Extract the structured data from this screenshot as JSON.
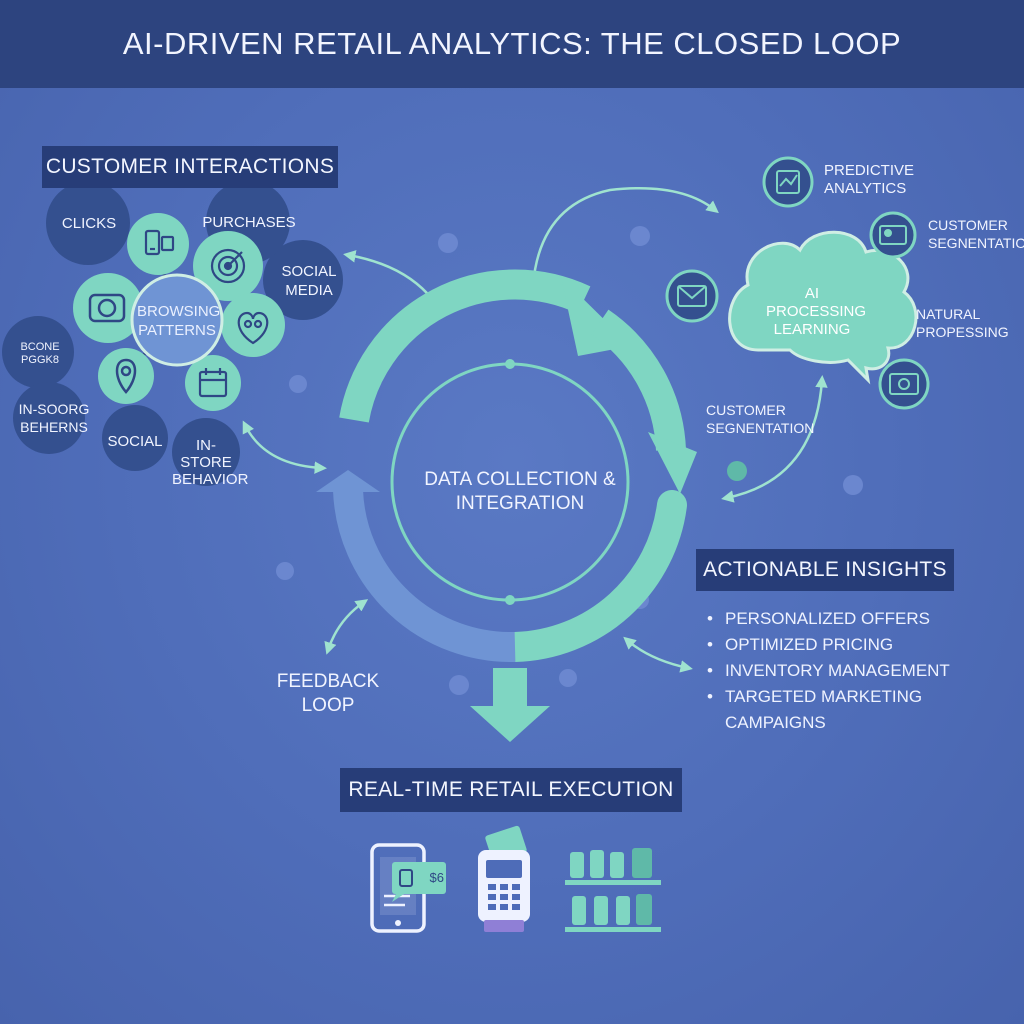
{
  "title": "AI-DRIVEN RETAIL ANALYTICS: THE CLOSED LOOP",
  "colors": {
    "background": "#4e6cb8",
    "header": "#2d447f",
    "banner": "#273d78",
    "teal": "#7fd6c2",
    "teal_dark": "#4aa7a0",
    "loop_blue": "#6f94d4"
  },
  "customer_interactions": {
    "heading": "CUSTOMER INTERACTIONS",
    "nodes": {
      "clicks": "CLICKS",
      "purchases": "PURCHASES",
      "social_media": "SOCIAL MEDIA",
      "browsing": "BROWSING PATTERNS",
      "bcone": "BCONE PGGK8",
      "in_soorg": "IN-SOORG BEHERNS",
      "social": "SOCIAL",
      "in_store": "IN-STORE BEHAVIOR"
    },
    "icons": [
      "device-icon",
      "target-icon",
      "camera-icon",
      "people-heart-icon",
      "location-pin-icon",
      "calendar-icon"
    ]
  },
  "center": {
    "label": "DATA COLLECTION & INTEGRATION"
  },
  "ai_processing": {
    "cloud_label": "AI PROCESSING LEARNING",
    "predictive": "PREDICTIVE ANALYTICS",
    "segmentation_top": "CUSTOMER SEGNENTATION",
    "natural": "NATURAL PROPESSING",
    "segmentation_mid": "CUSTOMER SEGNENTATION",
    "icons": [
      "chart-check-icon",
      "person-screen-icon",
      "envelope-icon",
      "photo-icon"
    ]
  },
  "insights": {
    "heading": "ACTIONABLE INSIGHTS",
    "items": [
      "PERSONALIZED OFFERS",
      "OPTIMIZED PRICING",
      "INVENTORY MANAGEMENT",
      "TARGETED MARKETING CAMPAIGNS"
    ]
  },
  "feedback": {
    "label": "FEEDBACK LOOP"
  },
  "execution": {
    "heading": "REAL-TIME RETAIL EXECUTION",
    "phone_badge": "$6",
    "icons": [
      "smartphone-icon",
      "payment-terminal-icon",
      "store-shelves-icon"
    ]
  }
}
